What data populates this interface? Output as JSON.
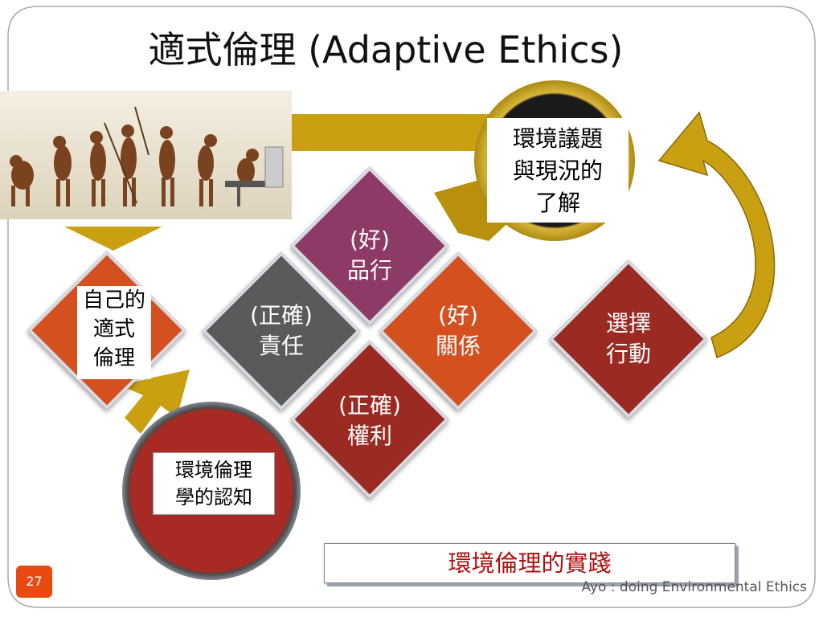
{
  "title": "適式倫理 (Adaptive Ethics)",
  "center": {
    "top": [
      "(好)",
      "品行"
    ],
    "left": [
      "(正確)",
      "責任"
    ],
    "right": [
      "(好)",
      "關係"
    ],
    "bottom": [
      "(正確)",
      "權利"
    ]
  },
  "self_ethics": [
    "自己的",
    "適式",
    "倫理"
  ],
  "action": [
    "選擇",
    "行動"
  ],
  "issues_box": [
    "環境議題",
    "與現況的",
    "了解"
  ],
  "cognition_box": [
    "環境倫理",
    "學的認知"
  ],
  "subtitle": "環境倫理的實踐",
  "footer": "Ayo : doing Environmental Ethics",
  "page_number": "27",
  "colors": {
    "purple": "#8e3a66",
    "gray": "#5a5a5a",
    "orange": "#d4501e",
    "dark_red": "#9a2a22",
    "gold": "#b8900c",
    "accent": "#e84a12"
  },
  "icons": [
    "human-evolution-image",
    "curved-arrow"
  ]
}
